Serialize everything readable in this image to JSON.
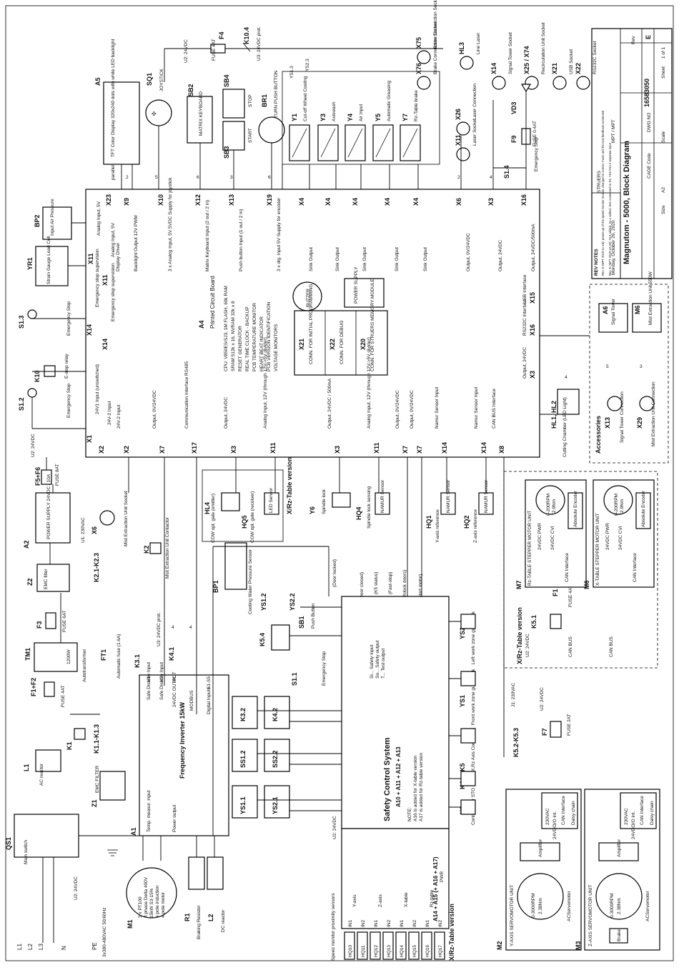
{
  "title_block": {
    "title": "Magnutom - 5000, Block Diagram",
    "drawing_no": "16583050",
    "rev_label": "Rev",
    "rev": "E",
    "date": "Monday, October 26, 2020",
    "scale_label": "Scale",
    "sheet_label": "Sheet",
    "sheet": "1 of 1",
    "size_label": "Size",
    "size": "A2",
    "cage_label": "CAGE Code",
    "dwg_label": "DWG NO",
    "company": "STRUERS",
    "rev_notes_title": "REV NOTES",
    "rev_notes_1": "Rev. D (MPT 2019-11-18): power-up of the speed monitor module changed in correct Y-axis and Rz-axis feedback connected",
    "rev_notes_2": "Rev. E (MPT 2020-10-26): X13 added, S1.1 added, SS1 connected to X3, YS1/YS2.2 separate input",
    "mpt": "MPT / MPT"
  },
  "top_fuse": {
    "net": "U2: 24VDC",
    "fuse_ref": "F4",
    "fuse_label": "FUSE 4AT",
    "relay_ref": "K10.4",
    "relay_net": "U3: 24VDC prot."
  },
  "inputs_top": {
    "a5_ref": "A5",
    "a5_text": "TFT Color Display 320x240 dots with white LED backlight",
    "sq1_ref": "SQ1",
    "sq1_text": "JOYSTICK",
    "sb2_ref": "SB2",
    "sb2_text": "MATRIX KEYBOARD",
    "sb4_ref": "SB4",
    "sb4_text": "STOP",
    "sb3_ref": "SB3",
    "sb3_text": "START",
    "br1_ref": "BR1",
    "br1_text": "TURN PUSH BUTTON",
    "parallel": "parallel"
  },
  "valves": [
    {
      "ref": "Y1",
      "text": "Cut-off Wheel Cooling"
    },
    {
      "ref": "Y3",
      "text": "Axiswash"
    },
    {
      "ref": "Y4",
      "text": "Air Input"
    },
    {
      "ref": "Y5",
      "text": "Automatic Greasing"
    },
    {
      "ref": "Y7",
      "text": "Rz-Table brake"
    }
  ],
  "ys": {
    "ys13": "YS1.3",
    "ys23": "YS2.3"
  },
  "sockets_top": [
    {
      "ref": "X75",
      "text": "Brake Connection Socket"
    },
    {
      "ref": "X76",
      "text": "Brake Connection Socket"
    },
    {
      "ref": "X26",
      "text": "Laser Connection"
    },
    {
      "ref": "X11",
      "text": "Laser Socket"
    },
    {
      "ref": "HL3",
      "text": "Line Laser"
    },
    {
      "ref": "X14",
      "text": "Signal Tower Socket"
    },
    {
      "ref": "X25 / X74",
      "text": "Recirculation Unit Socket"
    },
    {
      "ref": "X21",
      "text": "USB Socket"
    },
    {
      "ref": "X22",
      "text": "RS232C Socket"
    }
  ],
  "vd3": {
    "ref": "VD3",
    "fuse_ref": "F9",
    "fuse": "FUSE 0.4AT",
    "s14": "S1.4",
    "estop": "Emergency Stop"
  },
  "main_board": {
    "ref": "A4",
    "title": "Printed Circuit Board",
    "cpu_lines": [
      "CPU: V850ES/SJ3, 1M FLASH, 60k RAM",
      "SRAM 512k x 16, NVRAM 32k x 8",
      "RESET GENERATOR",
      "REAL TIME CLOCK - BACKUP",
      "PCB TEMPERATURE MONITOR",
      "HEART BEAT INDICATOR",
      "PCB VERSION IDENTIFICATION",
      "VOLTAGE MONITORS"
    ],
    "buzzer": "BUZZER",
    "power_supply": "POWER SUPPLY",
    "x21": "X21",
    "x21_text": "CONN. FOR INITIAL PROGRAMMING",
    "x22": "X22",
    "x22_text": "CONN. FOR DEBUG",
    "x20": "X20",
    "x20_text": "CONN. FOR STRUERS MEMORY MODULE"
  },
  "board_top_ports": [
    {
      "conn": "X23",
      "desc": "Display Driver"
    },
    {
      "conn": "X9",
      "desc": "Backlight Output 12V PWM"
    },
    {
      "conn": "X10",
      "desc": "3 x Analog Input, 5V 5VDC Supply for joystick"
    },
    {
      "conn": "X12",
      "desc": "Matrix Keyboard Input (2 out / 2 in)"
    },
    {
      "conn": "X13",
      "desc": "Push button Input (1 out / 2 in)"
    },
    {
      "conn": "X19",
      "desc": "3 x dig. Input 5V Supply for encoder"
    },
    {
      "conn": "X4",
      "desc": "Sink Output"
    },
    {
      "conn": "X4",
      "desc": "Sink Output"
    },
    {
      "conn": "X4",
      "desc": "Sink Output"
    },
    {
      "conn": "X4",
      "desc": "Sink Output"
    },
    {
      "conn": "X4",
      "desc": "Sink Output"
    },
    {
      "conn": "X6",
      "desc": "Output, 0V/24VDC"
    },
    {
      "conn": "X3",
      "desc": "Output, 24VDC"
    },
    {
      "conn": "X16",
      "desc": "Output, 24VDC/500mA"
    }
  ],
  "board_left_ports": [
    {
      "conn": "X11",
      "desc": "Analog Input, 5V"
    },
    {
      "conn": "X11",
      "desc": "Analog Input, 5V"
    },
    {
      "conn": "X14",
      "desc": "Emergency stop supervision"
    },
    {
      "conn": "X14",
      "desc": "Emergency stop supervision"
    },
    {
      "conn": "X1",
      "desc": "24V1 Input (unswitched)"
    },
    {
      "conn": "X2",
      "desc": "24V-2 Input"
    }
  ],
  "board_bottom_ports": [
    {
      "conn": "X2",
      "desc": "24V-2 Input"
    },
    {
      "conn": "X7",
      "desc": "Output, 0V/24VDC"
    },
    {
      "conn": "X17",
      "desc": "Communication Interface RS485"
    },
    {
      "conn": "X3",
      "desc": "Output, 24VDC"
    },
    {
      "conn": "X11",
      "desc": "Analog Input, 12V (through 12V->5V divider)"
    },
    {
      "conn": "X3",
      "desc": "Output, 24VDC / 500mA"
    },
    {
      "conn": "X11",
      "desc": "Analog Input, 12V (through 12V->5V divider)"
    },
    {
      "conn": "X7",
      "desc": "Output, 0V/24VDC"
    },
    {
      "conn": "X7",
      "desc": "Output, 0V/24VDC"
    },
    {
      "conn": "X14",
      "desc": "Namur Sensor Input"
    },
    {
      "conn": "X14",
      "desc": "Namur Sensor Input"
    },
    {
      "conn": "X8",
      "desc": "CAN BUS Interface"
    }
  ],
  "board_right_ports": [
    {
      "conn": "X15",
      "desc": "USB Interface"
    },
    {
      "conn": "X16",
      "desc": "RS232C Interface"
    },
    {
      "conn": "X3",
      "desc": "Output, 24VDC"
    }
  ],
  "left_side": {
    "bp2_ref": "BP2",
    "bp2_text": "Input Air Pressure",
    "yr1_ref": "YR1",
    "yr1_text": "Strain Gauge Load Cell",
    "s13": "S1.3",
    "s13_text": "Emergency Stop",
    "k10": "K10",
    "k10_text": "E-stop relay",
    "s12": "S1.2",
    "s12_text": "Emergency Stop",
    "u2": "U2: 24VDC",
    "f56_ref": "F5+F6",
    "f56": "FUSE 8AT",
    "a2_ref": "A2",
    "a2_text": "POWER SUPPLY 24VDC / 10A",
    "u1": "U1: 230VAC",
    "x6": "X6",
    "x6_text": "Mist Extraction Unit Socket",
    "z2_ref": "Z2",
    "z2_text": "EMC filter",
    "f3_ref": "F3",
    "f3": "FUSE 6AT",
    "k2": "K2",
    "k2_text": "Mist Extraction Unit Contactor",
    "k21": "K2.1-K2.3",
    "tm1_ref": "TM1",
    "tm1_text": "Autotransformer",
    "tm1_w": "1200W",
    "ft1_ref": "FT1",
    "ft1": "Automatic fuse (1.6A)",
    "f14_ref": "F1+F2",
    "f14": "FUSE 4AT",
    "k1": "K1",
    "k11": "K1.1-K1.3",
    "l1_ref": "L1",
    "l1_text": "AC reactor",
    "z1_ref": "Z1",
    "z1_text": "EMC FILTER",
    "qs1_ref": "QS1",
    "qs1_text": "Main switch",
    "mains": "3x380-480VAC 50/60Hz",
    "pe": "PE",
    "l1": "L1",
    "l2": "L2",
    "l3": "L3",
    "n": "N",
    "u2b": "U2: 24VDC",
    "k3": "K3.1",
    "k41": "K4.1",
    "u3": "U3: 24VDC prot."
  },
  "vfd": {
    "ref": "A1",
    "title": "Frequency Inverter 15kW",
    "sd1": "Safe Disable Input",
    "h1": "H1",
    "sd2": "Safe Disable Input",
    "h2": "H2",
    "out24": "24VDC OUTPUT",
    "hc": "HC",
    "modbus": "MODBUS",
    "digital": "Digital Inputs",
    "s1s5": "S1-S5",
    "temp": "Temp. measur. input",
    "power": "Power output"
  },
  "motor": {
    "ref": "M1",
    "lines": [
      "3 x PT100",
      "3 phase Delta 400V",
      "15kW S3-15%",
      "4 pole induction",
      "4 pole motor"
    ],
    "r1_ref": "R1",
    "r1": "Braking Resistor",
    "l2_ref": "L2",
    "l2": "DC reactor"
  },
  "middle": {
    "hl4": "HL4",
    "hl4_text": "COW opt. gate (emitter)",
    "hq5": "HQ5",
    "hq5_text": "COW opt. gate (receiver)",
    "led_sensor": "LED Sensor",
    "xrz": "X/Rz-Table version",
    "y6": "Y6",
    "y6_text": "Spindle lock",
    "hq4": "HQ4",
    "hq4_text": "Spindle lock sensing",
    "namur": "NAMUR Sensor",
    "hq1": "HQ1",
    "hq1_text": "Y-axis reference",
    "hq2": "HQ2",
    "hq2_text": "Z-axis reference",
    "bp1": "BP1",
    "bp1_text": "Cooling Water Pressure Sensor",
    "ys12": "YS1.2",
    "ys22": "YS2.2",
    "door_locked": "(Door locked)",
    "door_closed": "(Door closed)",
    "k5status": "(K5 status)",
    "faststop": "(Fast-stop)",
    "unlock": "(Unlock doors)",
    "startmotor": "(Start motor)",
    "sb1": "SB1",
    "sb1_text": "Push Button",
    "k54": "K5.4",
    "s11": "S1.1",
    "s11_text": "Emergency Stop",
    "k32": "K3.2",
    "k42": "K4.2",
    "ss22": "SS2.2",
    "ss12": "SS1.2",
    "ys21": "YS2.1",
    "ys11": "YS1.1"
  },
  "safety": {
    "title": "Safety Control System",
    "sub": "A10 + A11 + A12 + A13",
    "legend1": "Si... Safety input",
    "legend2": "So... Safety output",
    "legend3": "T... Test output",
    "note_title": "NOTE:",
    "note1": "A16 is added for X-table version",
    "note2": "A17 is added for Rz-table version",
    "a14": "A14 + A15 (+ A16 + A17)",
    "pwr": "PWR",
    "u2": "U2: 24VDC"
  },
  "right_low": {
    "ys2": "YS2",
    "ys2_text": "Left work zone guard lock",
    "ys1": "YS1",
    "ys1_text": "Front work zone guard lock",
    "k5": "K5",
    "k5_text": "YZ,X,Rz Axis Contactors",
    "k4": "K4",
    "k4_text": "Inverter STO",
    "k3": "K3",
    "k3_text": "Contactors",
    "k51": "K5.1",
    "f1": "F1",
    "f1_fuse": "FUSE 4AT",
    "u2": "U2: 24VDC",
    "canbus": "CAN BUS",
    "k52": "K5.2-K5.3",
    "j1": "J1: 230VAC",
    "f7": "F7",
    "f7_fuse": "FUSE 2AT",
    "xrz": "X/Rz-Table version"
  },
  "servo": [
    {
      "motor": "M2",
      "title": "Y-AXIS SERVOMOTOR UNIT",
      "spec1": "0-3000RPM",
      "spec2": "2.38Nm",
      "ac": "ACServomotor",
      "amp": "Amplifier",
      "v230": "230VAC",
      "io": "I/O int.",
      "can": "CAN Interface",
      "daisy": "Daisy chain",
      "v24": "24VDC"
    },
    {
      "motor": "M3",
      "title": "Z-AXIS SERVOMOTOR UNIT",
      "spec1": "0-3000RPM",
      "spec2": "2.38Nm",
      "ac": "ACServomotor",
      "amp": "Amplifier",
      "v230": "230VAC",
      "io": "I/O int.",
      "can": "CAN Interface",
      "daisy": "Daisy chain",
      "v24": "24VDC",
      "brake": "Brake"
    }
  ],
  "stepper": [
    {
      "motor": "M7",
      "title": "Rz-TABLE STEPPER MOTOR UNIT",
      "rpm": "0-200RPM",
      "torque": "2.9Nm",
      "enc": "Absolute Encoder",
      "pwr": "24VDC PWR",
      "cvi": "24VDC CVI",
      "can": "CAN Interface"
    },
    {
      "motor": "M6",
      "title": "X-TABLE STEPPER MOTOR UNIT",
      "rpm": "0-200RPM",
      "torque": "2.9Nm",
      "enc": "Absolute Encoder",
      "pwr": "24VDC PWR",
      "cvi": "24VDC CVI",
      "can": "CAN Interface"
    }
  ],
  "hl12": {
    "ref": "HL1, HL2",
    "text": "Cutting Chamber (LED Light)"
  },
  "accessories": {
    "title": "Accessories",
    "a6": "A6",
    "a6_text": "Signal Tower",
    "m6": "M6",
    "m6_text": "Mist Extraction Unit 550W",
    "x13": "X13",
    "x13_text": "Signal Tower Connection",
    "x29": "X29",
    "x29_text": "Mist Extraction Unit Connection"
  },
  "sensors": {
    "title": "Speed monitor proximity sensors",
    "items": [
      "HQ10",
      "HQ11",
      "HQ12",
      "HQ13",
      "HQ14",
      "HQ15",
      "HQ16",
      "HQ17"
    ],
    "groups": [
      "Y-axis",
      "Z-axis",
      "X-table",
      "Rz-table"
    ],
    "in1": "IN1",
    "in2": "IN2",
    "version": "X/Rz-Table version"
  },
  "numbers": {
    "n2": "2",
    "n3": "3",
    "n4": "4",
    "n5": "5",
    "n6": "6"
  }
}
